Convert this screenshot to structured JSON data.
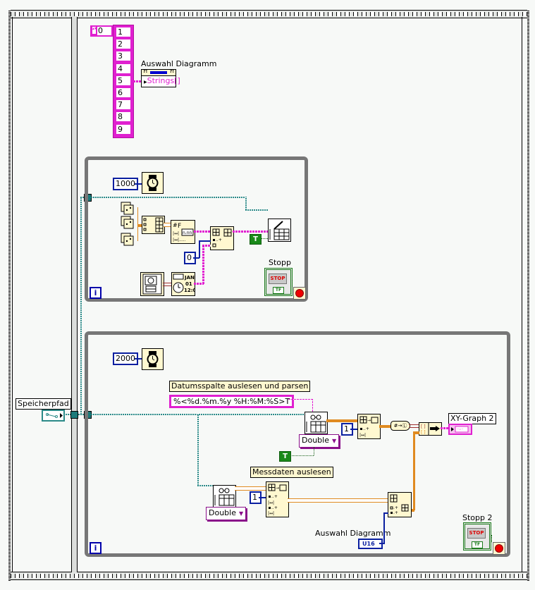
{
  "window": {
    "type": "LabVIEW block diagram"
  },
  "left_frame": {
    "control_label": "Speicherpfad",
    "control_icon": "path-icon"
  },
  "array_block": {
    "index_value": "0",
    "items": [
      "1",
      "2",
      "3",
      "4",
      "5",
      "6",
      "7",
      "8",
      "9"
    ],
    "property_node_label": "Auswahl Diagramm",
    "property_node_property": "Strings[]"
  },
  "loop1": {
    "wait_ms": "1000",
    "numeric_const": "0",
    "bool_const": "T",
    "stop_label": "Stopp",
    "stop_face": "STOP",
    "stop_tf": "TF",
    "iteration": "i"
  },
  "loop2": {
    "wait_ms": "2000",
    "date_label": "Datumsspalte auslesen und parsen",
    "format_string": "%<%d.%m.%y %H:%M:%S>T",
    "read_type_1": "Double",
    "index_const_1": "1",
    "bool_const": "T",
    "graph_label": "XY-Graph 2",
    "meas_label": "Messdaten auslesen",
    "read_type_2": "Double",
    "index_const_2": "1",
    "selector_label": "Auswahl Diagramm",
    "selector_type": "U16",
    "stop_label": "Stopp 2",
    "stop_face": "STOP",
    "stop_tf": "TF",
    "iteration": "i"
  },
  "colors": {
    "path_wire": "#2b8a88",
    "string_wire": "#e020d0",
    "numeric_wire": "#e08a20",
    "integer_wire": "#0a1fa0",
    "boolean_wire": "#1a8a1a",
    "loop_border": "#777777"
  }
}
